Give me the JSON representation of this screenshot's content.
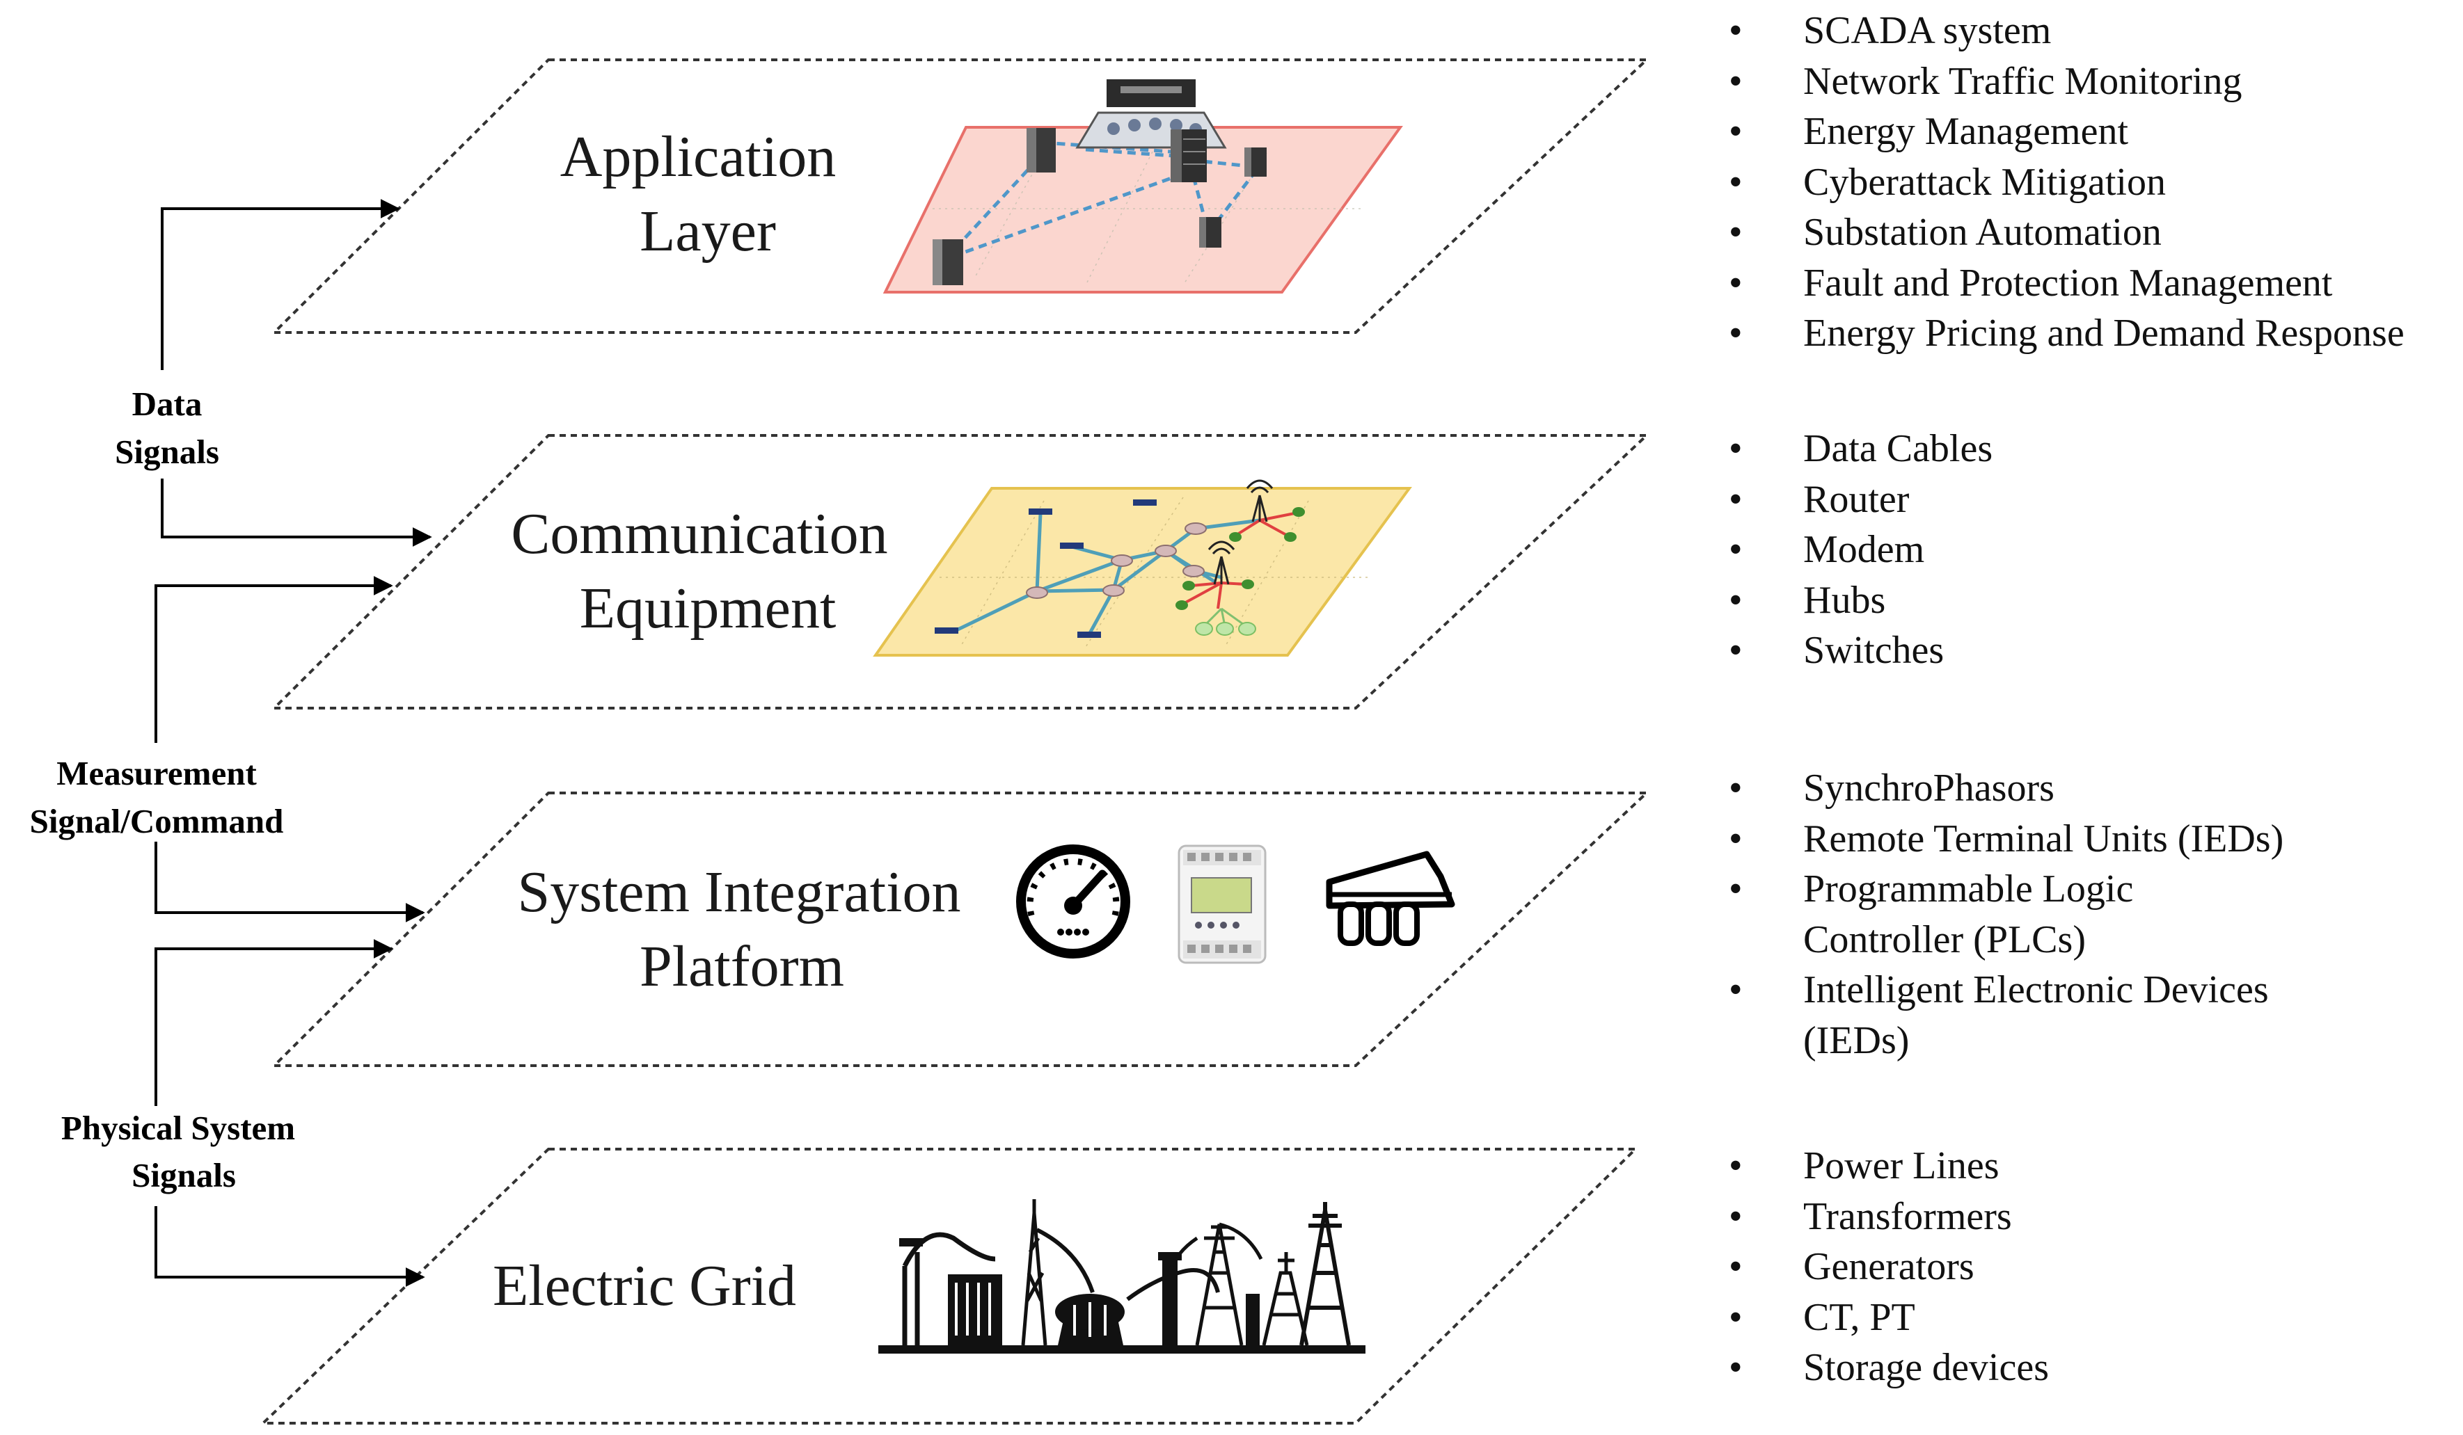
{
  "layers": [
    {
      "title_line1": "Application",
      "title_line2": "Layer"
    },
    {
      "title_line1": "Communication",
      "title_line2": "Equipment"
    },
    {
      "title_line1": "System Integration",
      "title_line2": "Platform"
    },
    {
      "title_line1": "Electric Grid",
      "title_line2": ""
    }
  ],
  "signals": {
    "data": {
      "line1": "Data",
      "line2": "Signals"
    },
    "measurement": {
      "line1": "Measurement",
      "line2": "Signal/Command"
    },
    "physical": {
      "line1": "Physical System",
      "line2": "Signals"
    }
  },
  "lists": {
    "bullet": "•",
    "application": [
      "SCADA system",
      "Network Traffic Monitoring",
      "Energy Management",
      "Cyberattack Mitigation",
      "Substation Automation",
      "Fault and Protection Management",
      "Energy Pricing and Demand Response"
    ],
    "communication": [
      "Data Cables",
      "Router",
      "Modem",
      "Hubs",
      "Switches"
    ],
    "integration": [
      {
        "text": "SynchroPhasors",
        "bullet": true
      },
      {
        "text": "Remote Terminal Units (IEDs)",
        "bullet": true
      },
      {
        "text": "Programmable Logic",
        "bullet": true
      },
      {
        "text": "Controller (PLCs)",
        "bullet": false
      },
      {
        "text": "Intelligent Electronic Devices",
        "bullet": true
      },
      {
        "text": "(IEDs)",
        "bullet": false
      }
    ],
    "grid": [
      "Power Lines",
      "Transformers",
      "Generators",
      "CT, PT",
      "Storage devices"
    ]
  },
  "icons": {
    "application": "server-network-icon",
    "communication": "network-topology-icon",
    "integration": [
      "speedometer-icon",
      "plc-controller-icon",
      "intelligent-device-icon"
    ],
    "grid": "substation-icon"
  },
  "colors": {
    "app_plane_fill": "#fbd6cf",
    "app_plane_stroke": "#e8706a",
    "comm_plane_fill": "#fbe7a8",
    "comm_plane_stroke": "#e5c24f",
    "link_blue": "#4f97c9",
    "link_red": "#e04040",
    "node_green": "#3f8f2f"
  }
}
